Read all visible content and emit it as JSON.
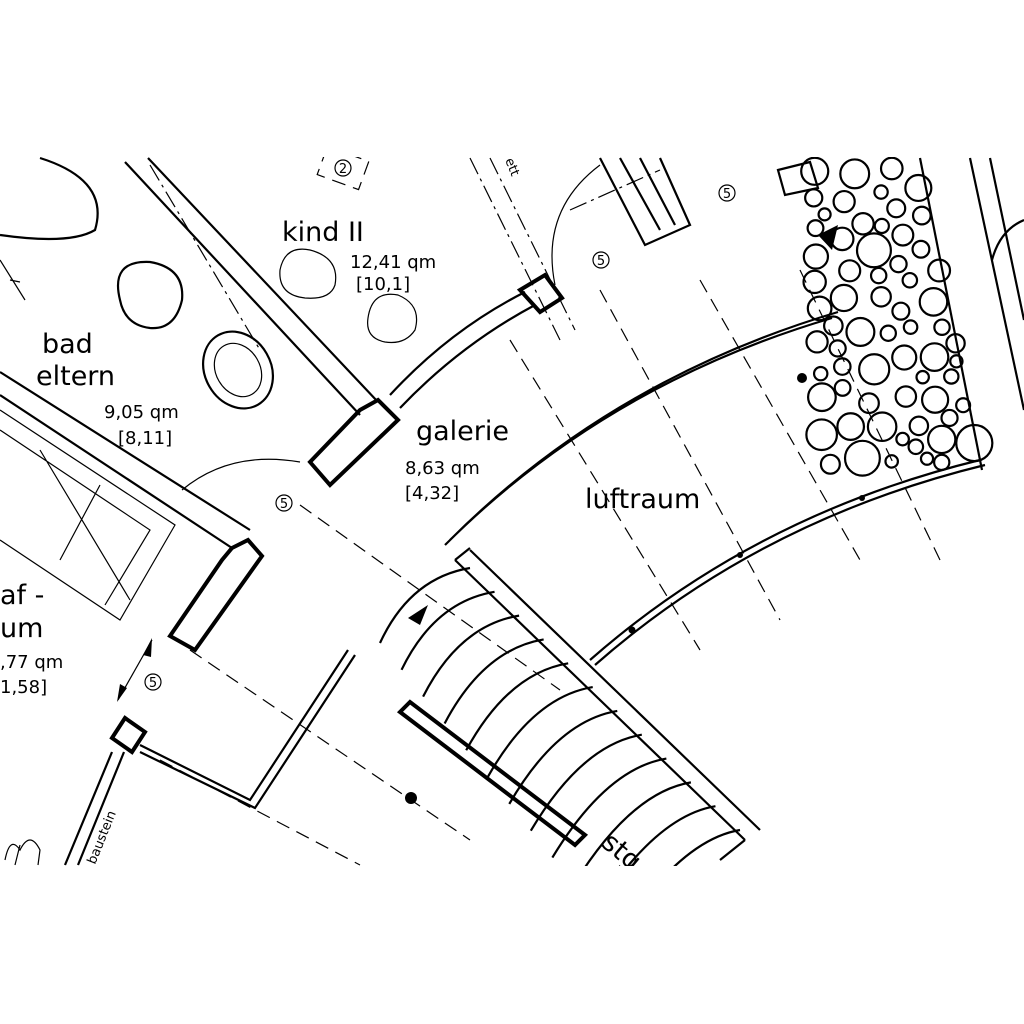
{
  "rooms": {
    "kind2": {
      "name": "kind II",
      "area": "12,41 qm",
      "sub": "[10,1]"
    },
    "bad_eltern": {
      "name_line1": "bad",
      "name_line2": "eltern",
      "area": "9,05 qm",
      "sub": "[8,11]"
    },
    "galerie": {
      "name": "galerie",
      "area": "8,63 qm",
      "sub": "[4,32]"
    },
    "luftraum": {
      "name": "luftraum"
    },
    "schlafraum": {
      "name_line1": "af -",
      "name_line2": "um",
      "area": ",77 qm",
      "sub": "1,58]"
    }
  },
  "annotations": {
    "baustein": "baustein",
    "ett": "ett",
    "stg": "stg",
    "marker_5": "5",
    "marker_2": "2"
  }
}
